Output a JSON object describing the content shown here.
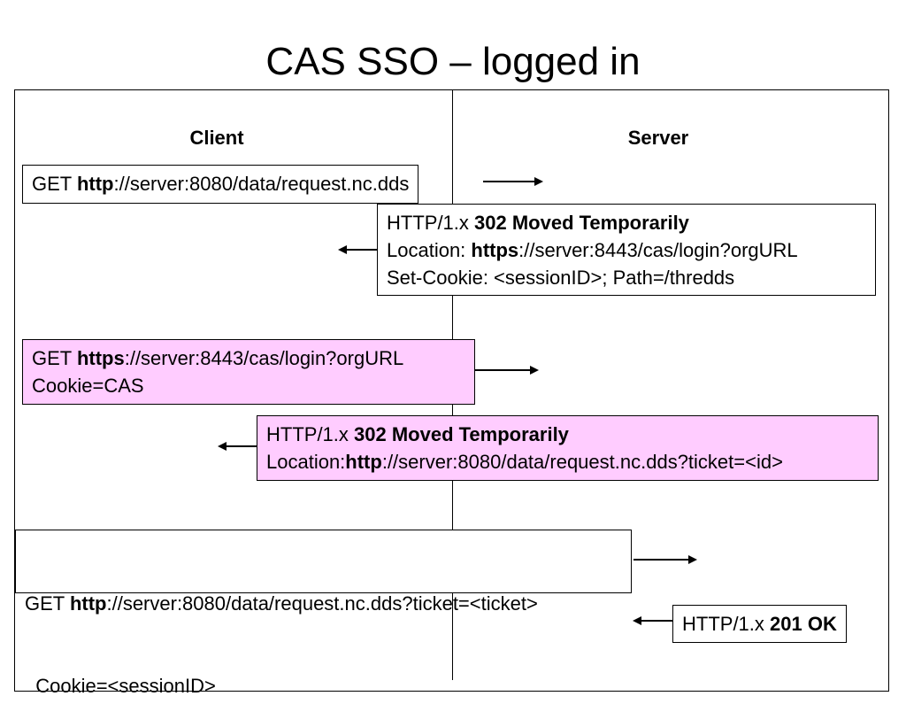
{
  "title": "CAS SSO – logged in",
  "columns": {
    "client": "Client",
    "server": "Server"
  },
  "messages": [
    {
      "lines": [
        {
          "pre": "GET ",
          "bold": "http",
          "post": "://server:8080/data/request.nc.dds"
        }
      ]
    },
    {
      "lines": [
        {
          "pre": "HTTP/1.x ",
          "bold": "302 Moved Temporarily",
          "post": ""
        },
        {
          "pre": "Location: ",
          "bold": "https",
          "post": "://server:8443/cas/login?orgURL"
        },
        {
          "pre": "Set-Cookie: <sessionID>; Path=/thredds",
          "bold": "",
          "post": ""
        }
      ]
    },
    {
      "lines": [
        {
          "pre": "GET ",
          "bold": "https",
          "post": "://server:8443/cas/login?orgURL"
        },
        {
          "pre": "Cookie=CAS",
          "bold": "",
          "post": ""
        }
      ]
    },
    {
      "lines": [
        {
          "pre": "HTTP/1.x ",
          "bold": "302 Moved Temporarily",
          "post": ""
        },
        {
          "pre": "Location:",
          "bold": "http",
          "post": "://server:8080/data/request.nc.dds?ticket=<id>"
        }
      ]
    },
    {
      "lines": [
        {
          "pre": "GET ",
          "bold": "http",
          "post": "://server:8080/data/request.nc.dds?ticket=<ticket>"
        },
        {
          "pre": "  Cookie=<sessionID>",
          "bold": "",
          "post": ""
        }
      ]
    },
    {
      "lines": [
        {
          "pre": "HTTP/1.x ",
          "bold": "201 OK",
          "post": ""
        }
      ]
    }
  ],
  "colors": {
    "highlight": "#ffccff",
    "box": "#ffffff",
    "stroke": "#000000"
  }
}
